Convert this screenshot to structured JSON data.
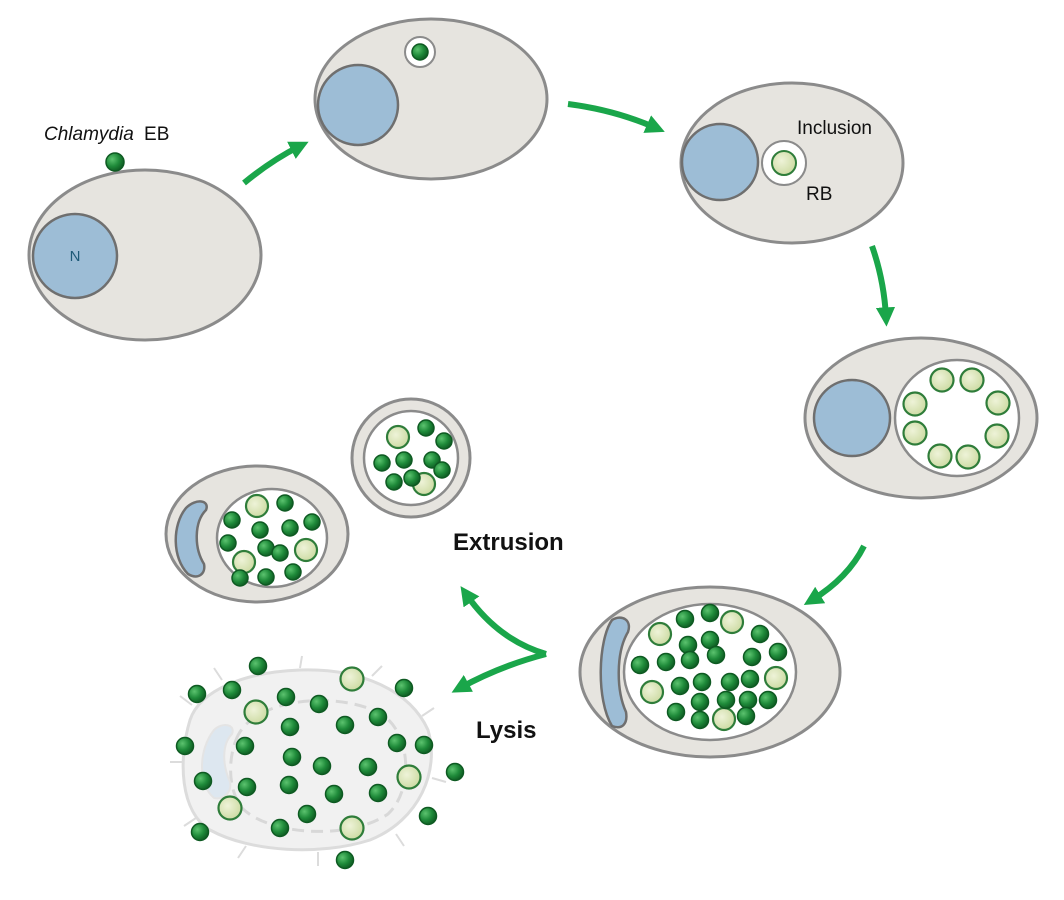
{
  "labels": {
    "eb_italic": "Chlamydia",
    "eb_suffix": "EB",
    "nucleus": "N",
    "inclusion": "Inclusion",
    "rb": "RB",
    "extrusion": "Extrusion",
    "lysis": "Lysis"
  },
  "colors": {
    "cell_fill": "#e6e4df",
    "cell_stroke": "#8b8b8b",
    "nucleus_fill": "#9dbdd6",
    "arrow": "#1aa64a",
    "eb_fill": "#1f8b3a",
    "rb_fill": "#d7e2b4",
    "rb_stroke": "#2f7d3a",
    "inclusion_fill": "#ffffff"
  },
  "icons": [
    "arrow-icon",
    "cell-icon",
    "nucleus-icon",
    "eb-particle-icon",
    "rb-particle-icon"
  ]
}
